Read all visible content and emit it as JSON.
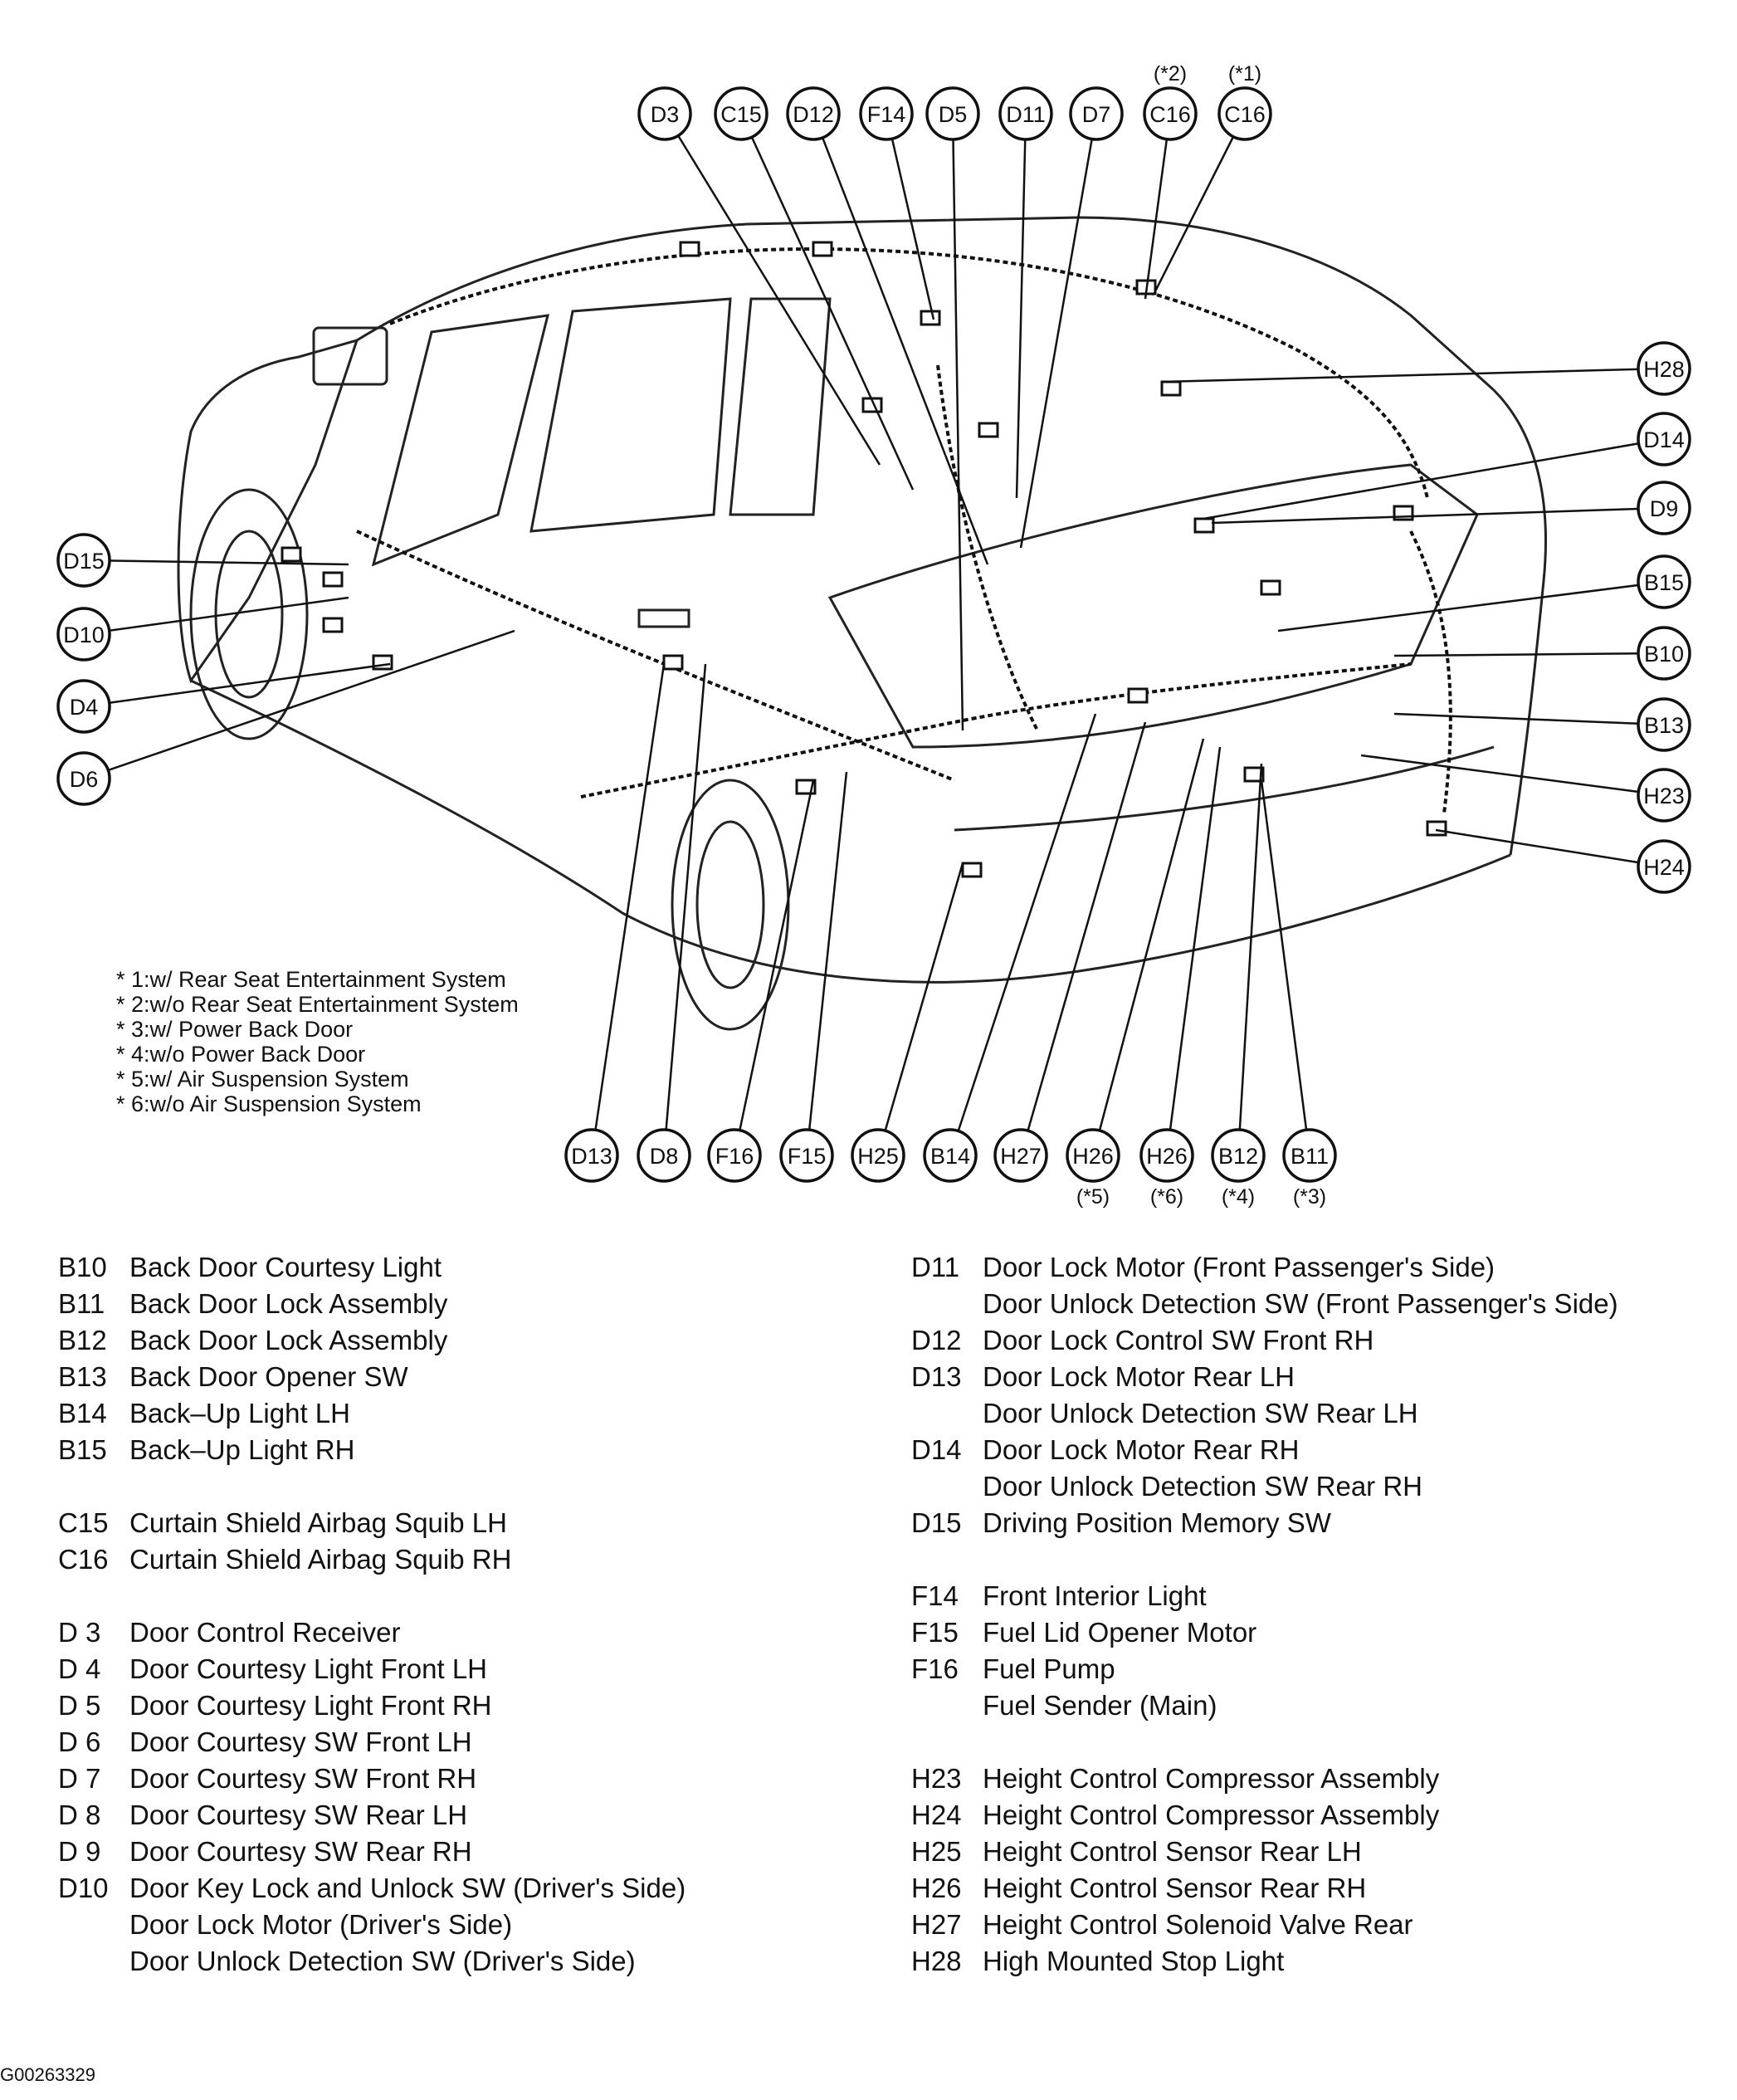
{
  "top_callouts": [
    {
      "code": "D3",
      "note": ""
    },
    {
      "code": "C15",
      "note": ""
    },
    {
      "code": "D12",
      "note": ""
    },
    {
      "code": "F14",
      "note": ""
    },
    {
      "code": "D5",
      "note": ""
    },
    {
      "code": "D11",
      "note": ""
    },
    {
      "code": "D7",
      "note": ""
    },
    {
      "code": "C16",
      "note": "(*2)"
    },
    {
      "code": "C16",
      "note": "(*1)"
    }
  ],
  "left_callouts": [
    "D15",
    "D10",
    "D4",
    "D6"
  ],
  "right_callouts": [
    "H28",
    "D14",
    "D9",
    "B15",
    "B10",
    "B13",
    "H23",
    "H24"
  ],
  "bottom_callouts": [
    {
      "code": "D13",
      "note": ""
    },
    {
      "code": "D8",
      "note": ""
    },
    {
      "code": "F16",
      "note": ""
    },
    {
      "code": "F15",
      "note": ""
    },
    {
      "code": "H25",
      "note": ""
    },
    {
      "code": "B14",
      "note": ""
    },
    {
      "code": "H27",
      "note": ""
    },
    {
      "code": "H26",
      "note": "(*5)"
    },
    {
      "code": "H26",
      "note": "(*6)"
    },
    {
      "code": "B12",
      "note": "(*4)"
    },
    {
      "code": "B11",
      "note": "(*3)"
    }
  ],
  "notes": [
    "* 1:w/ Rear Seat Entertainment System",
    "* 2:w/o Rear Seat Entertainment System",
    "* 3:w/ Power Back Door",
    "* 4:w/o Power Back Door",
    "* 5:w/ Air Suspension System",
    "* 6:w/o Air Suspension System"
  ],
  "legend_left": [
    [
      {
        "code": "B10",
        "desc": "Back Door Courtesy Light"
      },
      {
        "code": "B11",
        "desc": "Back Door Lock Assembly"
      },
      {
        "code": "B12",
        "desc": "Back Door Lock Assembly"
      },
      {
        "code": "B13",
        "desc": "Back Door Opener SW"
      },
      {
        "code": "B14",
        "desc": "Back–Up Light LH"
      },
      {
        "code": "B15",
        "desc": "Back–Up Light RH"
      }
    ],
    [
      {
        "code": "C15",
        "desc": "Curtain Shield Airbag Squib LH"
      },
      {
        "code": "C16",
        "desc": "Curtain Shield Airbag Squib RH"
      }
    ],
    [
      {
        "code": "D 3",
        "desc": "Door Control Receiver"
      },
      {
        "code": "D 4",
        "desc": "Door Courtesy Light Front LH"
      },
      {
        "code": "D 5",
        "desc": "Door Courtesy Light Front RH"
      },
      {
        "code": "D 6",
        "desc": "Door Courtesy SW Front LH"
      },
      {
        "code": "D 7",
        "desc": "Door Courtesy SW Front RH"
      },
      {
        "code": "D 8",
        "desc": "Door Courtesy SW Rear LH"
      },
      {
        "code": "D 9",
        "desc": "Door Courtesy SW Rear RH"
      },
      {
        "code": "D10",
        "desc": "Door Key Lock and Unlock SW (Driver's Side)"
      },
      {
        "code": "",
        "desc": "Door Lock Motor (Driver's Side)"
      },
      {
        "code": "",
        "desc": "Door Unlock Detection SW (Driver's Side)"
      }
    ]
  ],
  "legend_right": [
    [
      {
        "code": "D11",
        "desc": "Door Lock Motor (Front Passenger's Side)"
      },
      {
        "code": "",
        "desc": "Door Unlock Detection SW (Front Passenger's Side)"
      },
      {
        "code": "D12",
        "desc": "Door Lock Control SW Front RH"
      },
      {
        "code": "D13",
        "desc": "Door Lock Motor Rear LH"
      },
      {
        "code": "",
        "desc": "Door Unlock Detection SW Rear LH"
      },
      {
        "code": "D14",
        "desc": "Door Lock Motor Rear RH"
      },
      {
        "code": "",
        "desc": "Door Unlock Detection SW Rear RH"
      },
      {
        "code": "D15",
        "desc": "Driving Position Memory SW"
      }
    ],
    [
      {
        "code": "F14",
        "desc": "Front Interior Light"
      },
      {
        "code": "F15",
        "desc": "Fuel Lid Opener Motor"
      },
      {
        "code": "F16",
        "desc": "Fuel Pump"
      },
      {
        "code": "",
        "desc": "Fuel Sender (Main)"
      }
    ],
    [
      {
        "code": "H23",
        "desc": "Height Control Compressor Assembly"
      },
      {
        "code": "H24",
        "desc": "Height Control Compressor Assembly"
      },
      {
        "code": "H25",
        "desc": "Height Control Sensor Rear LH"
      },
      {
        "code": "H26",
        "desc": "Height Control Sensor Rear RH"
      },
      {
        "code": "H27",
        "desc": "Height Control Solenoid Valve Rear"
      },
      {
        "code": "H28",
        "desc": "High Mounted Stop Light"
      }
    ]
  ],
  "figure_id": "G00263329"
}
